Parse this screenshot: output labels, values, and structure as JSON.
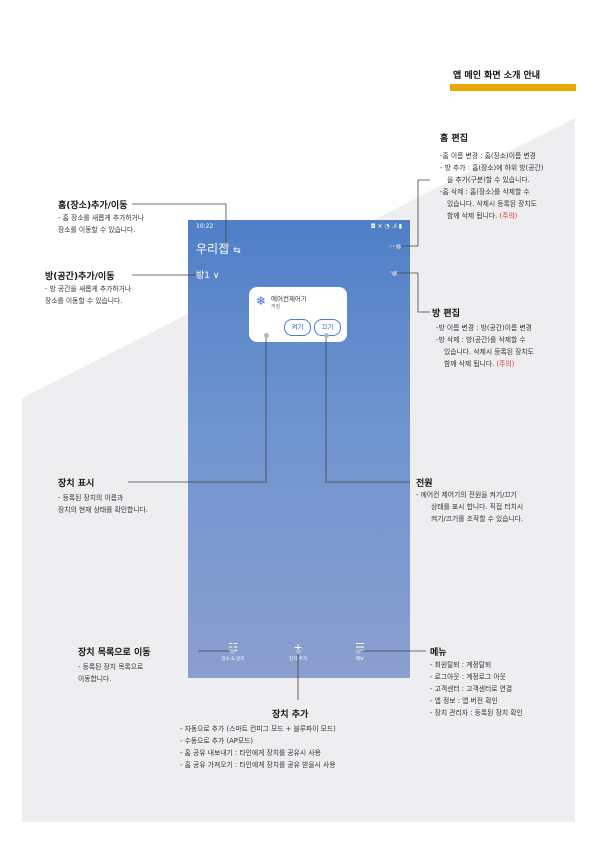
{
  "header": {
    "title": "앱 메인 화면 소개 안내",
    "accent_color": "#e8a800"
  },
  "phone": {
    "status_time": "10:22",
    "status_icons": "◘ ✕ ◔ .ıl ▮",
    "home_name": "우리집",
    "home_switch_icon": "⇆",
    "room_name": "방1 ∨",
    "more_icon": "···",
    "device": {
      "icon": "snowflake-icon",
      "name": "에어컨제어기",
      "state": "꺼짐",
      "on_label": "켜기",
      "off_label": "끄기"
    },
    "nav": [
      {
        "icon": "grid-icon",
        "label": "장소 & 장치"
      },
      {
        "icon": "plus-icon",
        "label": "장치 추가"
      },
      {
        "icon": "menu-icon",
        "label": "메뉴"
      }
    ]
  },
  "annotations": {
    "home_add": {
      "title": "홈(장소)추가/이동",
      "lines": [
        "- 홈 장소를 새롭게 추가하거나",
        "장소를 이동할 수 있습니다."
      ]
    },
    "room_add": {
      "title": "방(공간)추가/이동",
      "lines": [
        "- 방 공간을 새롭게 추가하거나",
        "장소를 이동할 수 있습니다."
      ]
    },
    "home_edit": {
      "title": "홈 편집",
      "lines": [
        "-홈 이름 변경 : 홈(장소)이름 변경",
        "- 방 추가 : 홈(장소)에 하위 방(공간)",
        "을 추가(구분)할 수 있습니다.",
        "-홈 삭제 : 홈(장소)를 삭제할 수",
        "있습니다. 삭제시 등록된 장치도"
      ],
      "last_line": "함께 삭제 됩니다.",
      "warning": "(주의)"
    },
    "room_edit": {
      "title": "방 편집",
      "lines": [
        "-방 이름 변경 : 방(공간)이름 변경",
        "-방 삭제 : 방(공간)를 삭제할 수",
        "있습니다. 삭제시 등록된 장치도"
      ],
      "last_line": "함께 삭제 됩니다.",
      "warning": "(주의)"
    },
    "device_display": {
      "title": "장치 표시",
      "lines": [
        "- 등록된 장치의  이름과",
        "장치의 현재 상태를 확인합니다."
      ]
    },
    "power": {
      "title": "전원",
      "lines": [
        "-    에어컨 제어기의 전원을 켜기/끄기",
        "상태를 표시 합니다. 직접 터치시",
        "켜기/끄기를 조작할 수 있습니다."
      ]
    },
    "device_list": {
      "title": "장치 목록으로 이동",
      "lines": [
        "- 등록된 장치 목록으로",
        "이동합니다."
      ]
    },
    "menu": {
      "title": "메뉴",
      "lines": [
        "-    회원탈퇴 : 계정탈퇴",
        "-    로그아웃 : 계정로그 아웃",
        "-    고객센터 : 고객센터로 연결",
        "-    앱 정보 : 앱 버전 확인",
        "-    장치 관리자 : 등록된 장치 확인"
      ]
    },
    "device_add": {
      "title": "장치 추가",
      "lines": [
        "-   자동으로 추가 (스마트 컨피그 모드 + 블루파이 모드)",
        "-   수동으로 추가 (AP모드)",
        "-   홈 공유 내보내기 : 타인에게 장치를 공유시 사용",
        "-   홈 공유 가져오기 : 타인에게 장치를 공유 받을시 사용"
      ]
    }
  }
}
